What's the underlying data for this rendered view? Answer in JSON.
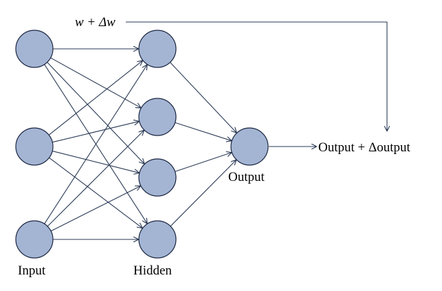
{
  "labels": {
    "input": "Input",
    "hidden": "Hidden",
    "output": "Output",
    "feedback_weight": "w + Δw",
    "output_delta": "Output + Δoutput"
  },
  "layers": {
    "input": [
      "input-node-1",
      "input-node-2",
      "input-node-3"
    ],
    "hidden": [
      "hidden-node-1",
      "hidden-node-2",
      "hidden-node-3",
      "hidden-node-4"
    ],
    "output": [
      "output-node"
    ]
  },
  "colors": {
    "node_fill": "#a4b5d4",
    "node_stroke": "#1a2540",
    "edge": "#2a3a55"
  }
}
